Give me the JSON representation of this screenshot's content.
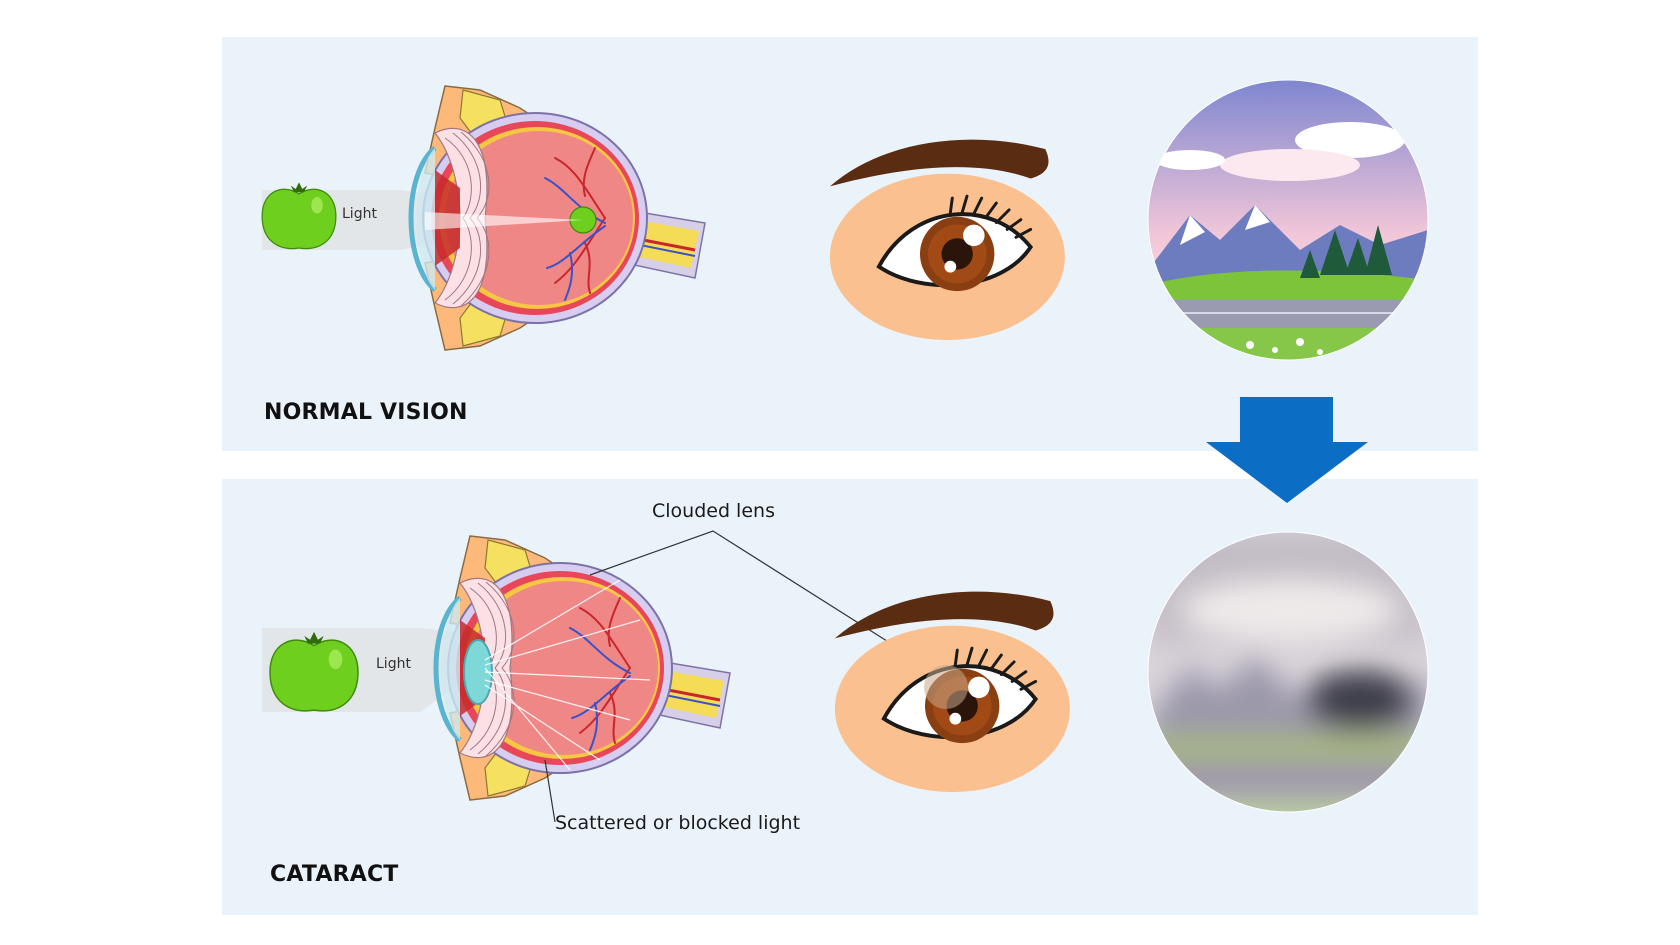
{
  "panels": {
    "normal": {
      "title": "NORMAL VISION",
      "light_label": "Light"
    },
    "cataract": {
      "title": "CATARACT",
      "light_label": "Light",
      "callout_lens": "Clouded lens",
      "callout_scatter": "Scattered or blocked light"
    }
  },
  "colors": {
    "panel_bg": "#ebf3fa",
    "arrow": "#0b6dc4",
    "apple": "#6ecf1e",
    "skin": "#fbc08f",
    "iris": "#8a3f12",
    "brow": "#5a2d12"
  },
  "icons": [
    "apple-icon",
    "eye-anatomy-diagram",
    "eye-front-icon",
    "landscape-vision",
    "down-arrow-icon"
  ]
}
